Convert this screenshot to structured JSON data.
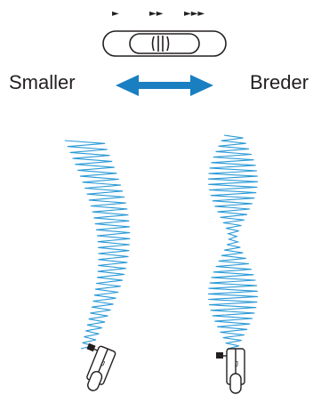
{
  "speed_indicators": {
    "slow": "►",
    "medium": "►►",
    "fast": "►►►"
  },
  "labels": {
    "left": "Smaller",
    "right": "Breder"
  },
  "presser_foot_marks": {
    "left": "J",
    "right": "J"
  },
  "colors": {
    "arrow": "#1a7fc1",
    "stitch": "#2b9ad6",
    "line": "#231f20"
  },
  "icons": [
    "speed-slider-icon",
    "double-arrow-icon",
    "presser-foot-icon"
  ]
}
